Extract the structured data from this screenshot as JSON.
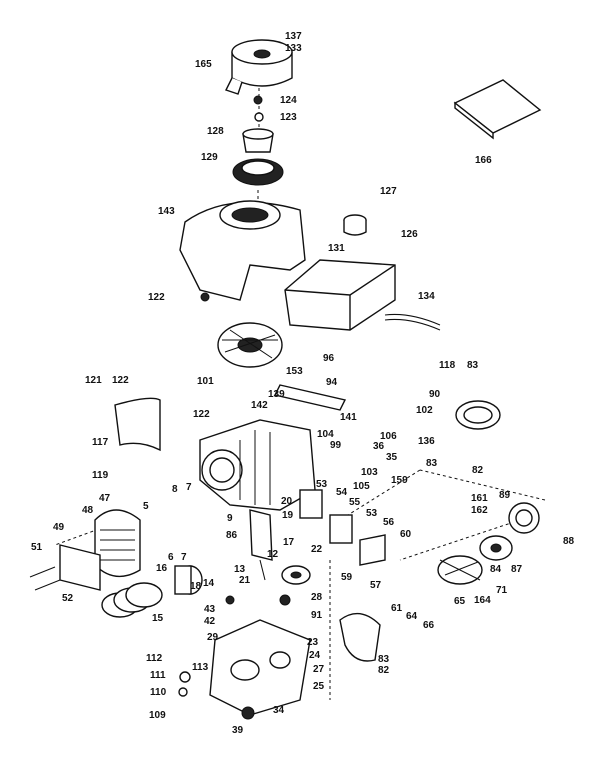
{
  "labels": [
    "137",
    "133",
    "165",
    "124",
    "123",
    "128",
    "129",
    "166",
    "127",
    "143",
    "131",
    "126",
    "122",
    "134",
    "96",
    "153",
    "101",
    "94",
    "121",
    "122",
    "118",
    "83",
    "139",
    "142",
    "90",
    "122",
    "141",
    "102",
    "104",
    "117",
    "99",
    "106",
    "136",
    "36",
    "35",
    "119",
    "103",
    "82",
    "105",
    "83",
    "159",
    "47",
    "53",
    "54",
    "55",
    "161",
    "162",
    "48",
    "5",
    "8",
    "7",
    "9",
    "20",
    "19",
    "53",
    "56",
    "89",
    "49",
    "86",
    "60",
    "51",
    "88",
    "6",
    "17",
    "13",
    "12",
    "22",
    "16",
    "7",
    "18",
    "21",
    "59",
    "57",
    "87",
    "84",
    "52",
    "14",
    "43",
    "42",
    "15",
    "28",
    "91",
    "61",
    "64",
    "66",
    "71",
    "65",
    "164",
    "29",
    "23",
    "24",
    "83",
    "82",
    "112",
    "113",
    "27",
    "111",
    "25",
    "110",
    "109",
    "34",
    "39"
  ]
}
